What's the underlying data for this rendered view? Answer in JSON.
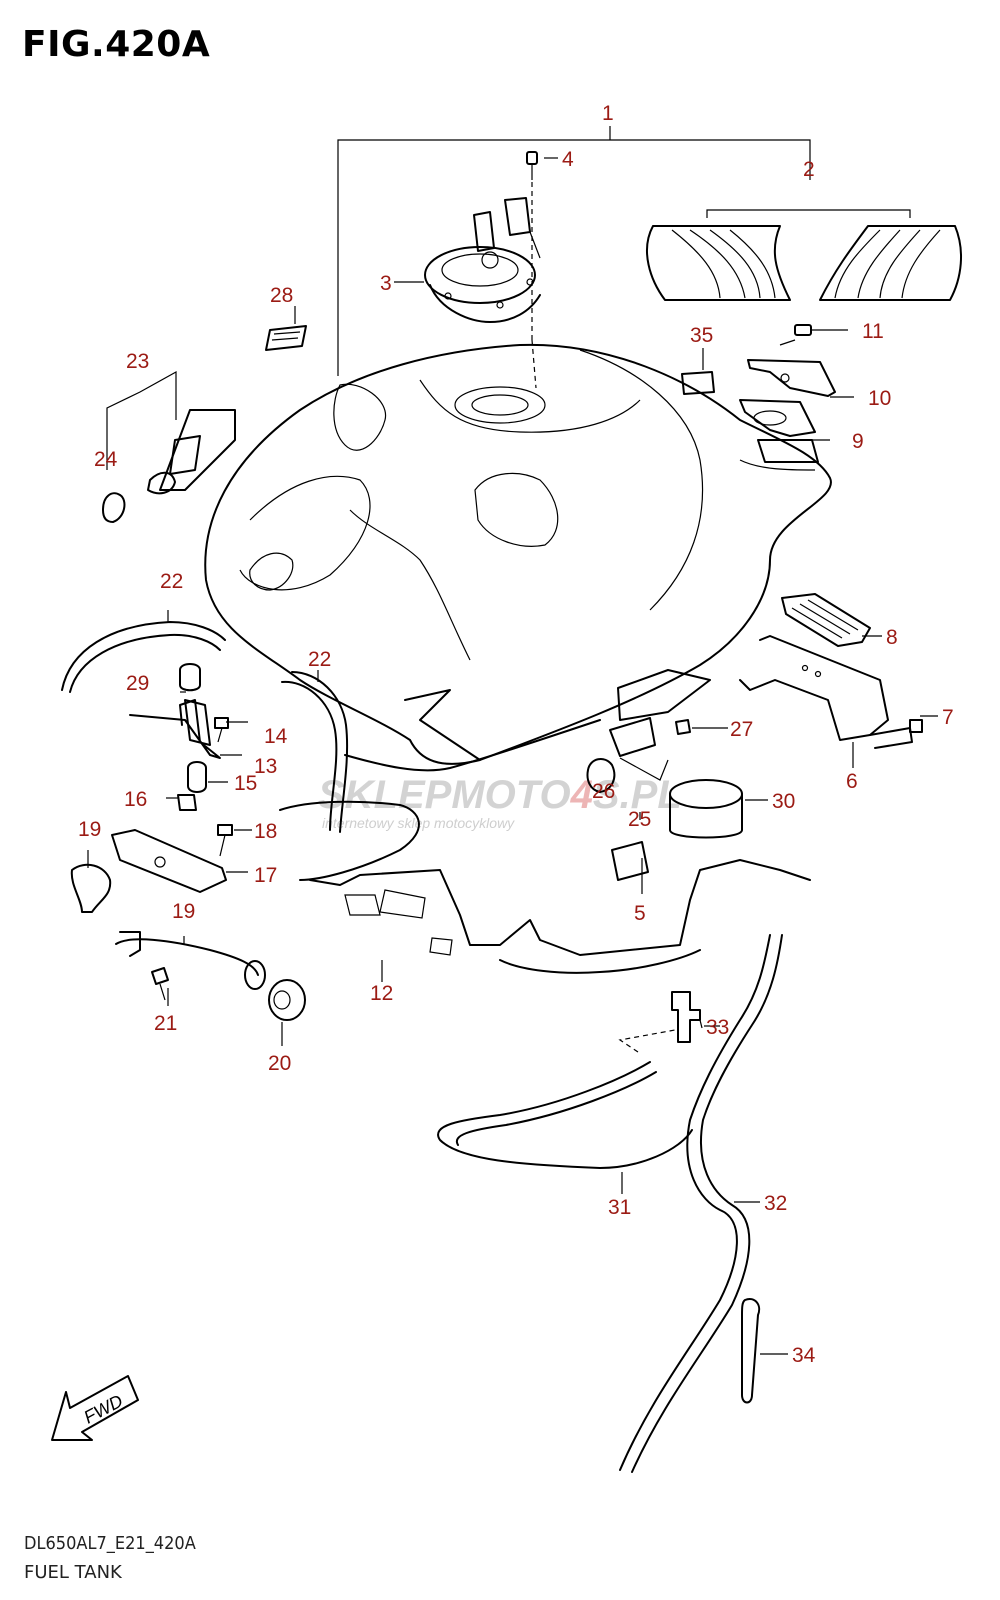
{
  "figure": {
    "title": "FIG.420A",
    "code": "DL650AL7_E21_420A",
    "name": "FUEL TANK"
  },
  "watermark": {
    "brand_main": "SKLEPMOTO",
    "brand_num": "4",
    "brand_tail": "S.PL",
    "tagline": "internetowy sklep motocyklowy"
  },
  "fwd_label": "FWD",
  "callouts": [
    "1",
    "2",
    "3",
    "4",
    "5",
    "6",
    "7",
    "8",
    "9",
    "10",
    "11",
    "12",
    "13",
    "14",
    "15",
    "16",
    "17",
    "18",
    "19",
    "19",
    "20",
    "21",
    "22",
    "22",
    "23",
    "24",
    "25",
    "26",
    "27",
    "28",
    "29",
    "30",
    "31",
    "32",
    "33",
    "34",
    "35"
  ],
  "colors": {
    "callout": "#9b1b14",
    "line": "#000000",
    "watermark": "#c9c9c9",
    "watermark_accent": "#e23b3b"
  }
}
